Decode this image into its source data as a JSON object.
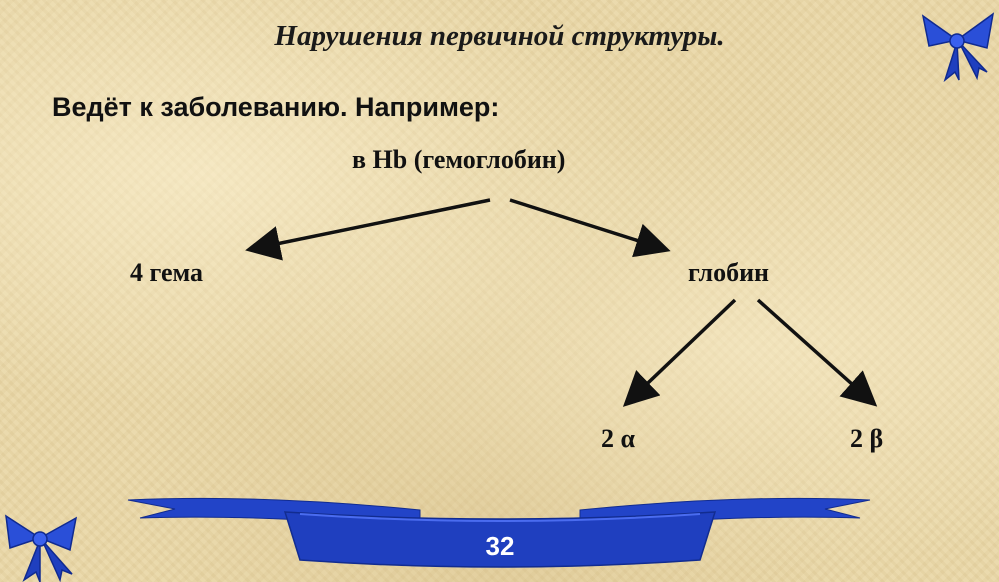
{
  "slide": {
    "title": "Нарушения первичной структуры.",
    "subtitle": "Ведёт к заболеванию. Например:",
    "page_number": "32"
  },
  "diagram": {
    "root": "в Hb (гемоглобин)",
    "heme": "4 гема",
    "globin": "глобин",
    "alpha": "2 α",
    "beta": "2 β"
  },
  "colors": {
    "ribbon": "#1f3fbf",
    "arrows": "#111111",
    "background": "#e8d7a9"
  },
  "icons": [
    "ribbon-bow-icon",
    "page-banner-ribbon"
  ]
}
